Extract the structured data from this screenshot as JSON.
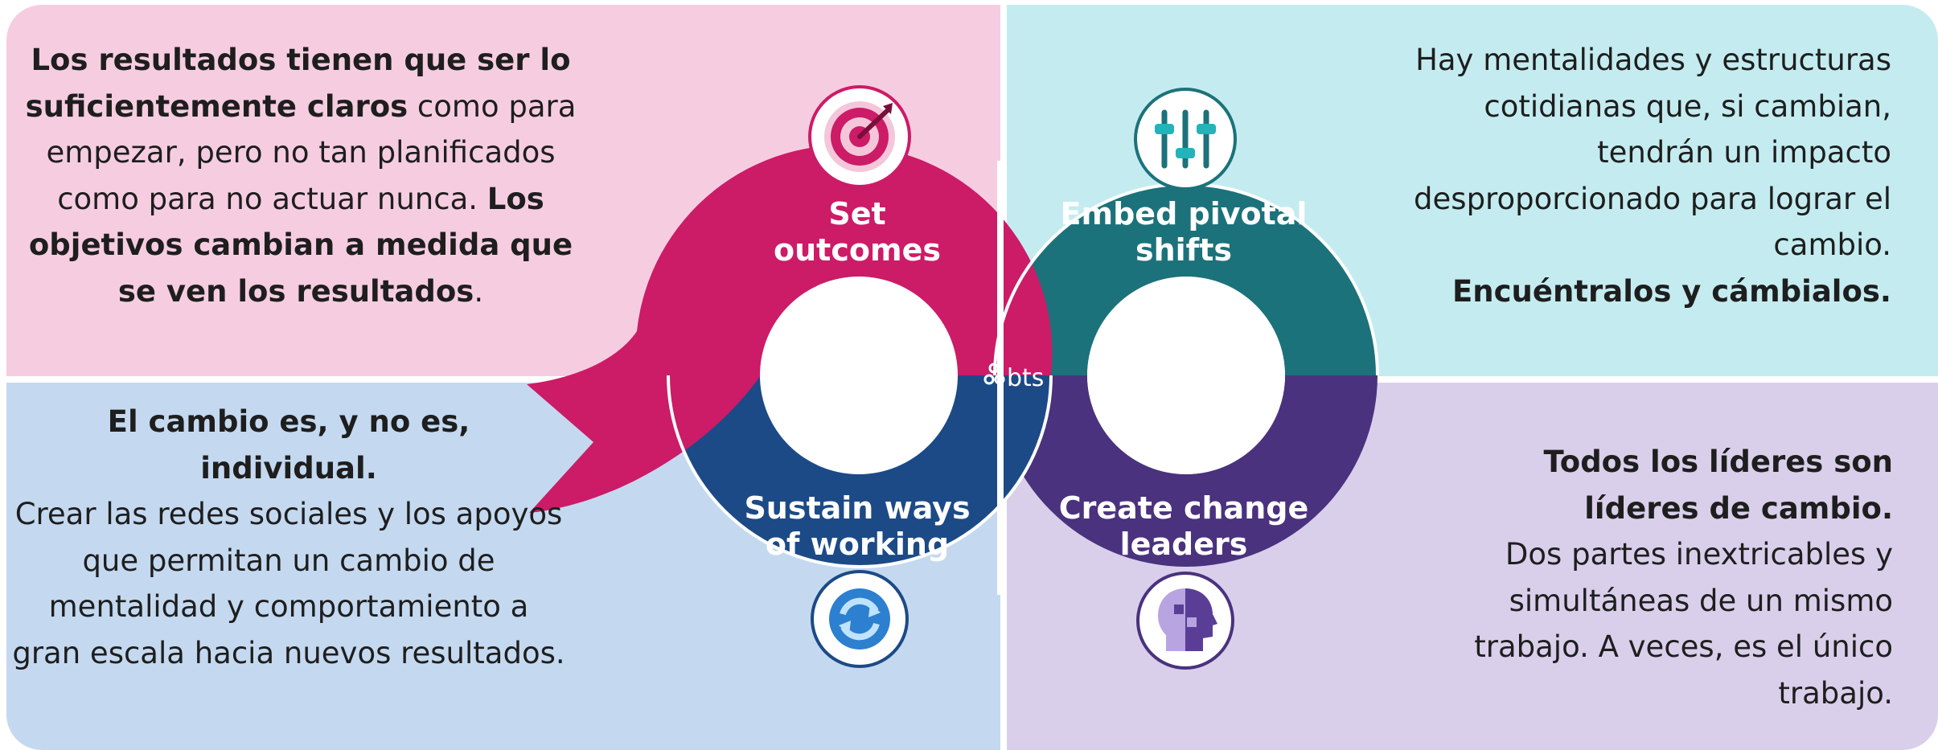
{
  "colors": {
    "pink_bg": "#f6cde0",
    "teal_bg": "#c4ecf0",
    "blue_bg": "#c4d9f0",
    "purple_bg": "#d9cfeb",
    "magenta": "#cc1b67",
    "teal": "#1c727a",
    "navy": "#1c4a86",
    "purple": "#4a327e"
  },
  "segments": {
    "set_outcomes": {
      "line1": "Set",
      "line2": "outcomes",
      "icon": "target-icon"
    },
    "embed_shifts": {
      "line1": "Embed pivotal",
      "line2": "shifts",
      "icon": "sliders-icon"
    },
    "sustain_ways": {
      "line1": "Sustain ways",
      "line2": "of working",
      "icon": "cycle-arrows-icon"
    },
    "change_leaders": {
      "line1": "Create change",
      "line2": "leaders",
      "icon": "head-silhouette-icon"
    }
  },
  "logo": "bts",
  "texts": {
    "top_left": {
      "b1": "Los resultados tienen que ser lo suficientemente claros",
      "n1": " como para empezar, pero no tan planificados como para no actuar nunca.  ",
      "b2": "Los objetivos cambian a medida que se ven los resultados",
      "n2": "."
    },
    "top_right": {
      "n1": "Hay mentalidades y estructuras cotidianas que, si cambian, tendrán un impacto desproporcionado para lograr el cambio.",
      "b1": "Encuéntralos y cámbialos."
    },
    "bottom_left": {
      "b1": "El cambio es, y no es, individual.",
      "n1": "Crear las redes sociales y los apoyos que permitan un cambio de mentalidad y comportamiento a gran escala hacia nuevos resultados."
    },
    "bottom_right": {
      "b1": "Todos los líderes son líderes de cambio.",
      "n1": "Dos partes inextricables y simultáneas de un mismo trabajo. A veces, es el único trabajo."
    }
  }
}
